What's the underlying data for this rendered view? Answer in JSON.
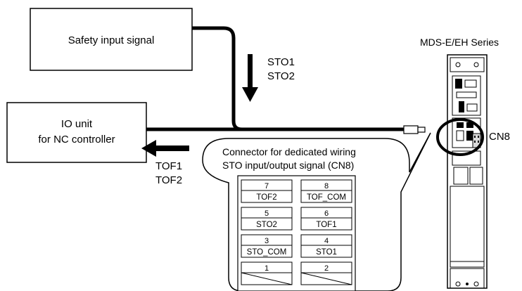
{
  "safety_box": {
    "label": "Safety input signal"
  },
  "io_unit": {
    "line1": "IO unit",
    "line2": "for NC controller"
  },
  "sto_arrow": {
    "line1": "STO1",
    "line2": "STO2"
  },
  "tof_arrow": {
    "line1": "TOF1",
    "line2": "TOF2"
  },
  "drive": {
    "series_label": "MDS-E/EH Series",
    "connector_label": "CN8"
  },
  "callout": {
    "line1": "Connector for dedicated wiring",
    "line2": "STO input/output signal (CN8)"
  },
  "pins": [
    {
      "num": "7",
      "signal": "TOF2"
    },
    {
      "num": "8",
      "signal": "TOF_COM"
    },
    {
      "num": "5",
      "signal": "STO2"
    },
    {
      "num": "6",
      "signal": "TOF1"
    },
    {
      "num": "3",
      "signal": "STO_COM"
    },
    {
      "num": "4",
      "signal": "STO1"
    },
    {
      "num": "1",
      "signal": ""
    },
    {
      "num": "2",
      "signal": ""
    }
  ],
  "colors": {
    "line": "#000000",
    "drive_body": "#ffffff",
    "connector_gray": "#d9d9d9"
  }
}
